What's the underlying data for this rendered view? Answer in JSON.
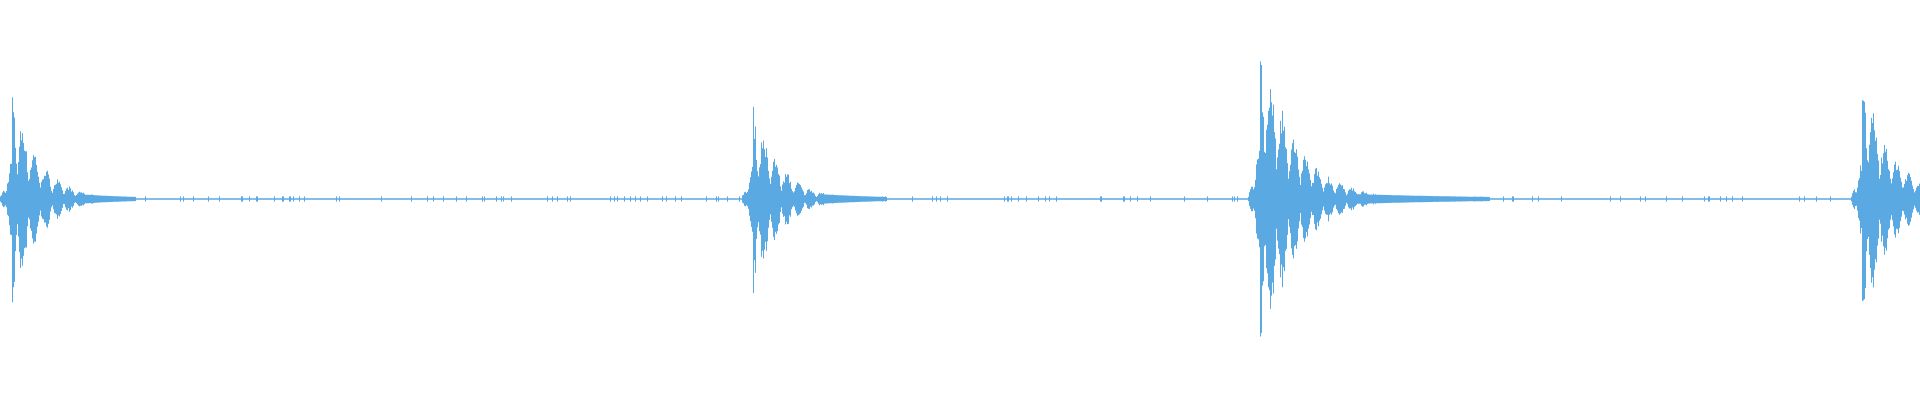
{
  "waveform": {
    "color": "#5aa9e3",
    "background": "#ffffff",
    "baseline": 0,
    "amplitude_range": [
      -1,
      1
    ],
    "duration": 1,
    "bursts": [
      {
        "t": 0.006,
        "peak": 0.59,
        "neg": 0.6,
        "decay": 0.03,
        "tail": 0.035
      },
      {
        "t": 0.392,
        "peak": 0.5,
        "neg": 0.51,
        "decay": 0.03,
        "tail": 0.04
      },
      {
        "t": 0.656,
        "peak": 0.85,
        "neg": 0.85,
        "decay": 0.04,
        "tail": 0.08
      },
      {
        "t": 0.97,
        "peak": 0.64,
        "neg": 0.66,
        "decay": 0.035,
        "tail": 0.04
      }
    ]
  }
}
